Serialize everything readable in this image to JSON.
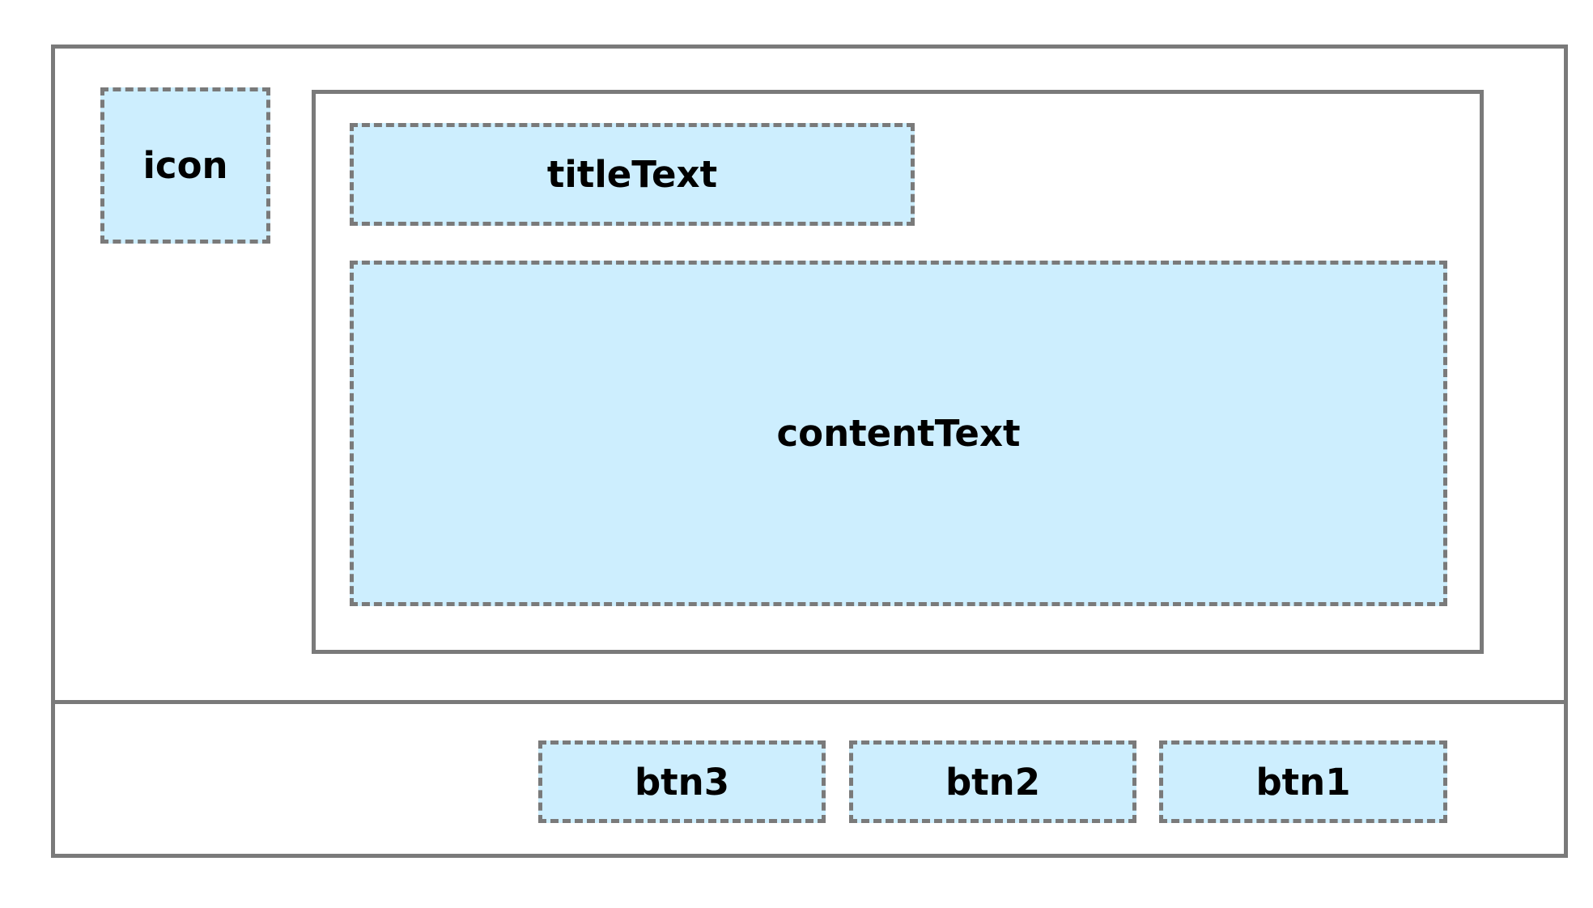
{
  "diagram": {
    "slots": {
      "icon": "icon",
      "title": "titleText",
      "content": "contentText",
      "button_3": "btn3",
      "button_2": "btn2",
      "button_1": "btn1"
    },
    "colors": {
      "frame_border": "#7a7a7a",
      "slot_fill": "#cdeefe",
      "label_text": "#000000"
    }
  }
}
